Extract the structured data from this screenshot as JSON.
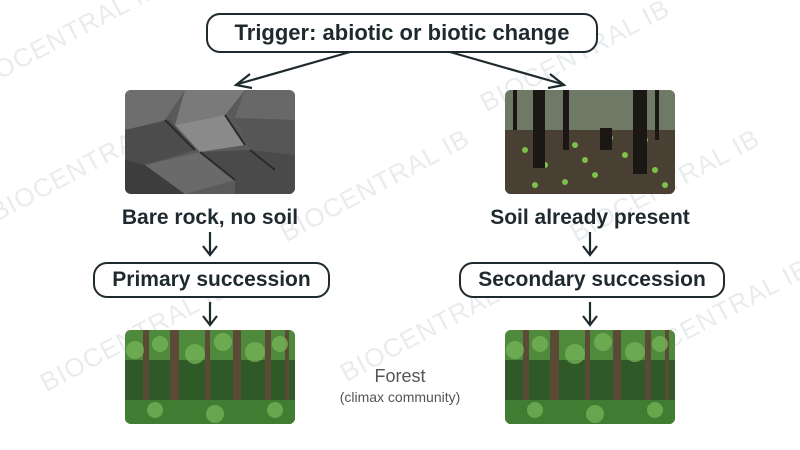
{
  "trigger": "Trigger: abiotic or biotic change",
  "left": {
    "image": "bare rock photo",
    "condition": "Bare rock, no soil",
    "succession": "Primary succession",
    "result_image": "forest photo"
  },
  "right": {
    "image": "burnt forest with regrowth photo",
    "condition": "Soil already present",
    "succession": "Secondary succession",
    "result_image": "forest photo"
  },
  "center": {
    "title": "Forest",
    "subtitle": "(climax community)"
  },
  "watermark": "BIOCENTRAL IB",
  "colors": {
    "outline": "#1f2a2e",
    "forest_green": "#2f6b2a",
    "rock_gray": "#4a4a4a"
  }
}
